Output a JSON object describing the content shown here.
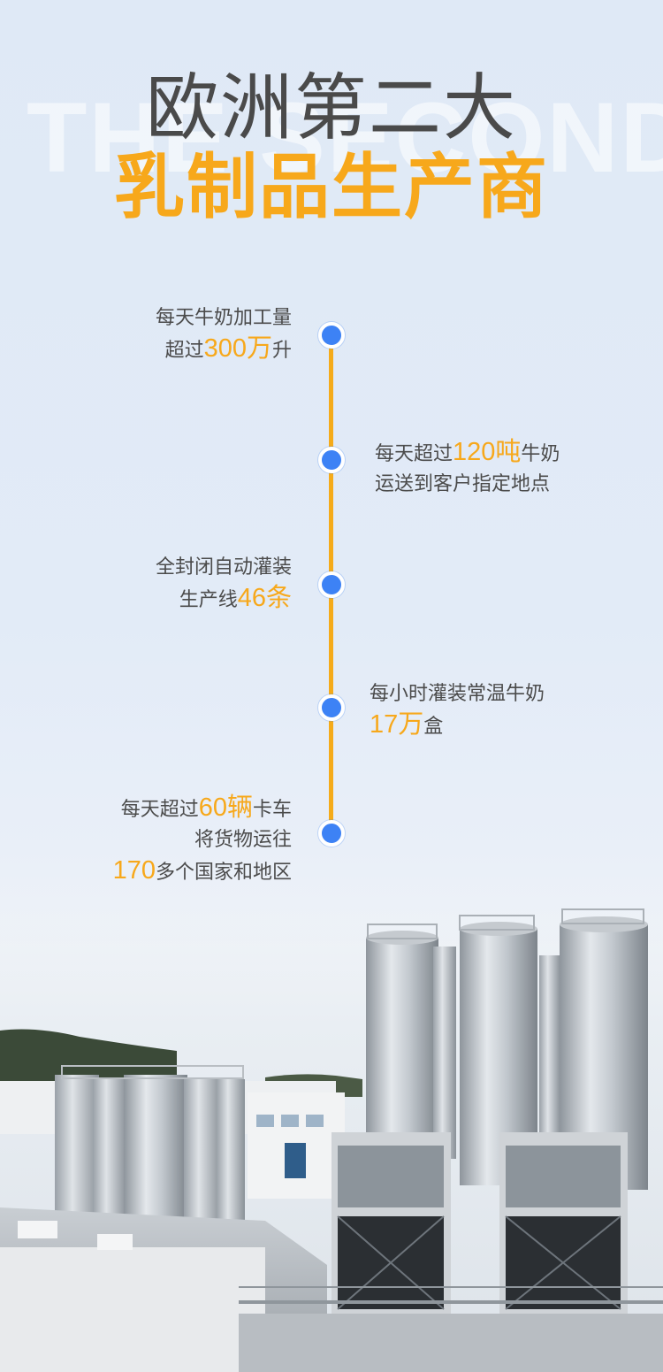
{
  "header": {
    "watermark": "THE SECOND",
    "title_line1": "欧洲第二大",
    "title_line2": "乳制品生产商"
  },
  "timeline": [
    {
      "side": "left",
      "lines": [
        [
          "每天牛奶加工量"
        ],
        [
          "超过",
          {
            "hl": "300万"
          },
          "升"
        ]
      ]
    },
    {
      "side": "right",
      "lines": [
        [
          "每天超过",
          {
            "hl": "120吨"
          },
          "牛奶"
        ],
        [
          "运送到客户指定地点"
        ]
      ]
    },
    {
      "side": "left",
      "lines": [
        [
          "全封闭自动灌装"
        ],
        [
          "生产线",
          {
            "hl": "46条"
          }
        ]
      ]
    },
    {
      "side": "right",
      "lines": [
        [
          "每小时灌装常温牛奶"
        ],
        [
          {
            "hl": "17万"
          },
          "盒"
        ]
      ]
    },
    {
      "side": "left",
      "lines": [
        [
          "每天超过",
          {
            "hl": "60辆"
          },
          "卡车"
        ],
        [
          "将货物运往"
        ],
        [
          {
            "hl": "170"
          },
          "多个国家和地区"
        ]
      ]
    }
  ],
  "colors": {
    "accent": "#f7a81b",
    "dot": "#3d82f5",
    "text": "#4b4b4b"
  }
}
